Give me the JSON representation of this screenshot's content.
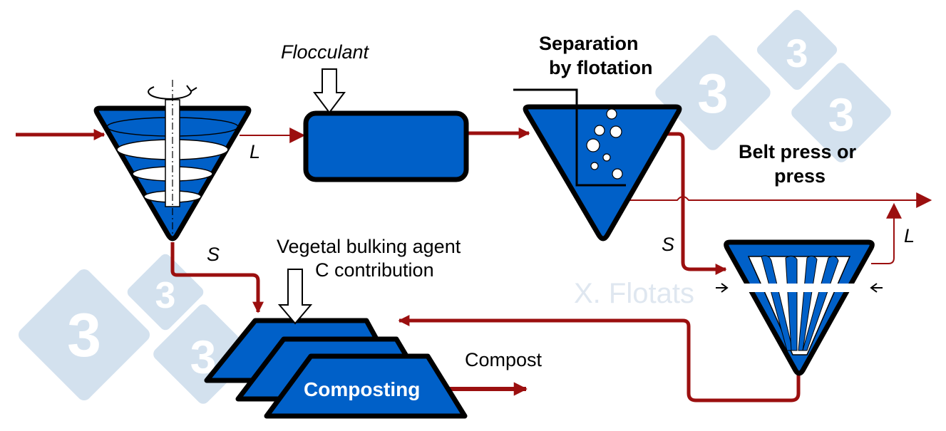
{
  "labels": {
    "flocculant": "Flocculant",
    "separation_line1": "Separation",
    "separation_line2": "by flotation",
    "belt_press_line1": "Belt press or",
    "belt_press_line2": "press",
    "liquid_1": "L",
    "liquid_2": "L",
    "solid_1": "S",
    "solid_2": "S",
    "bulking_line1": "Vegetal bulking agent",
    "bulking_line2": "C contribution",
    "compost": "Compost",
    "composting": "Composting",
    "watermark": "X. Flotats",
    "logo_digit": "3"
  },
  "colors": {
    "equipment_fill": "#0060c8",
    "outline": "#000000",
    "flow_line": "#9b0f0f",
    "watermark_shape": "#d3e1ee",
    "watermark_text": "#dfe7f0"
  }
}
